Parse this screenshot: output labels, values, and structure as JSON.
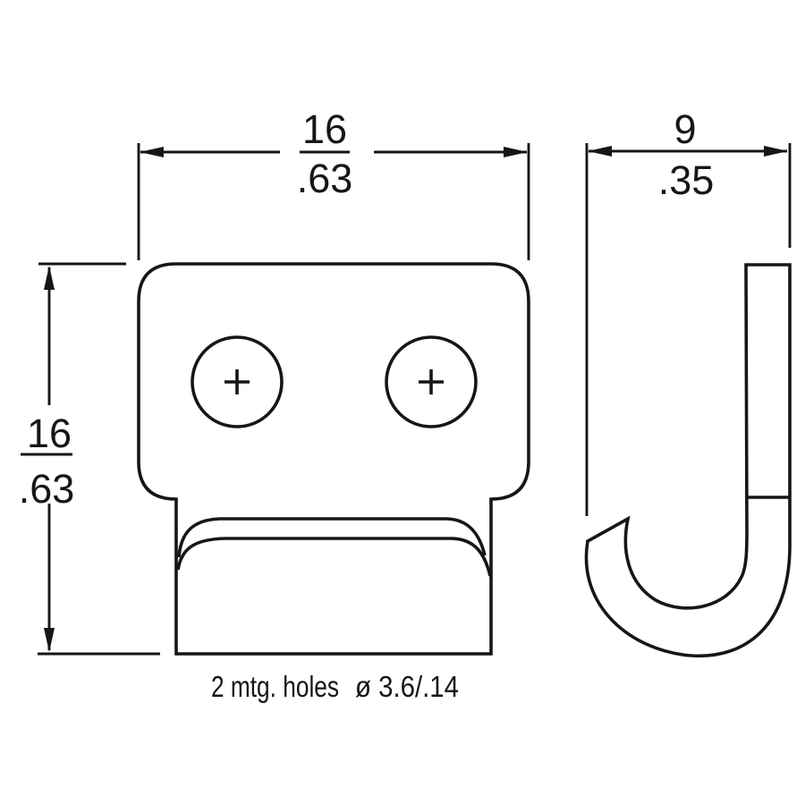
{
  "colors": {
    "line": "#161616",
    "background": "#ffffff"
  },
  "dimensions": {
    "front_width": {
      "mm": "16",
      "inch": ".63"
    },
    "front_height": {
      "mm": "16",
      "inch": ".63"
    },
    "side_depth": {
      "mm": "9",
      "inch": ".35"
    }
  },
  "note": {
    "label": "2 mtg. holes",
    "spec": "ø 3.6/.14"
  }
}
